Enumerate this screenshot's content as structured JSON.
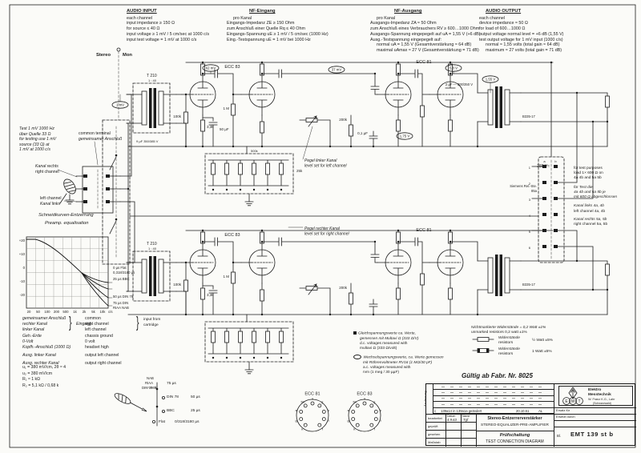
{
  "notes": {
    "audio_input": {
      "title": "AUDIO INPUT",
      "lines": [
        "each channel",
        "input impedance ≥ 150 Ω",
        "for source ≤ 40 Ω",
        "input voltage ≥ 1 mV / 5 cm/sec at 1000 c/s",
        "input test voltage = 1 mV at 1000 c/s"
      ]
    },
    "nf_input": {
      "title": "NF-Eingang",
      "lines": [
        "pro Kanal",
        "Eingangs-Impedanz ZE ≥ 150 Ohm",
        "zum Anschluß einer Quelle Rq ≤ 40 Ohm",
        "Eingangs-Spannung uE ≥ 1 mV / 5 cm/sec (1000 Hz)",
        "Eing.-Testspannung uE = 1 mV bei 1000 Hz"
      ]
    },
    "nf_output": {
      "title": "NF-Ausgang",
      "lines": [
        "pro Kanal",
        "Ausgangs-Impedanz ZA ≈ 50 Ohm",
        "zum Anschluß eines Verbrauchers RV ≥ 600…1000 Ohm",
        "Ausgangs-Spannung eingepegelt auf uA = 1,55 V (+6 dB)",
        "Ausg.-Testspannung eingepegelt auf:",
        "normal uA = 1,55 V (Gesamtverstärkung ≈ 64 dB)",
        "maximal uAmax ≈ 27 V (Gesamtverstärkung = 71 dB)"
      ]
    },
    "audio_output": {
      "title": "AUDIO OUTPUT",
      "lines": [
        "each channel",
        "device impedance ≈ 50 Ω",
        "for load of 600…1000 Ω",
        "output voltage normal level = +6 dB (1,55 V)",
        "test output voltage for 1 mV input (1000 c/s)",
        "normal ≈ 1,55 volts (total gain ≈ 64 dB)",
        "maximum ≈ 27 volts (total gain = 71 dB)"
      ]
    }
  },
  "schematic": {
    "stereo": "Stereo",
    "mon": "Mon",
    "t210": "T 210",
    "t210_ratio": "1 : 40",
    "ecc83": "ECC 83",
    "ecc81": "ECC 81",
    "level_left_de": "Pegel linker Kanal",
    "level_left_en": "level set for left channel",
    "level_right_de": "Pegel rechter Kanal",
    "level_right_en": "level set for right channel",
    "supply": "280 V≈",
    "out_cap": "2 µF — 300/350 V",
    "out_trafo": "B335-17",
    "relay_name": "Siemens Rel.-Ste.",
    "relay_no": "85a",
    "relay_pins": [
      "1",
      "2",
      "3",
      "4",
      "5",
      "6"
    ],
    "relay_col_a": "a",
    "relay_col_b": "b",
    "values": {
      "r33": "3,3k",
      "r100k": "100k",
      "r1m": "1 M",
      "c50": "50 µF",
      "c9": "9 µF 350/385 V",
      "r200k": "200k",
      "c01": "0,1 µF",
      "r25k": "25k",
      "r500k": "500k"
    },
    "bubbles": {
      "b1": "1 mV",
      "b2": "62 mV",
      "b3": "37 mV",
      "b4": "1,75 V",
      "b5": "5,8 V",
      "b6": "1,55 V"
    }
  },
  "input_area": {
    "test_lines": [
      "Test 1 mV 1000 Hz",
      "über Quelle 33 Ω",
      "for testing use 1 mV",
      "source (33 Ω) at",
      "1 mV at 1000 c/s"
    ],
    "common_en": "common terminal",
    "common_de": "gemeinsamer Anschluß",
    "right_de": "Kanal rechts",
    "right_en": "right channel",
    "left_en": "left channel",
    "left_de": "Kanal links"
  },
  "graph": {
    "title_de": "Schneidkurven-Entzerrung",
    "title_en": "Preamp. equalisation",
    "y_ticks": [
      "+20",
      "+10",
      "0",
      "-10",
      "-20"
    ],
    "x_ticks": [
      "20",
      "50",
      "100",
      "200",
      "500",
      "1k",
      "2k",
      "5k",
      "10k"
    ],
    "x_unit": "c/s",
    "curves": {
      "flat_a": "0 µs Flat",
      "flat_b": "0,318/3180 µs",
      "bbc": "25 µs BBC",
      "din": "50 µs DIN 78",
      "riaa_a": "75 µs DIN",
      "riaa_b": "RIAA NAB"
    }
  },
  "terminals": {
    "brace_de": "Eingang",
    "brace_en_1": "input from",
    "brace_en_2": "cartridge",
    "rows": [
      {
        "de": "gemeinsamer Anschluß",
        "en": "common"
      },
      {
        "de": "rechter Kanal",
        "en": "right channel"
      },
      {
        "de": "linker Kanal",
        "en": "left channel"
      },
      {
        "de": "Geh.-Erde",
        "en": "chassis ground"
      },
      {
        "de": "0-Volt",
        "en": "0 volt"
      },
      {
        "de": "Kopfh.-Anschluß (1000 Ω)",
        "en": "headset high"
      },
      {
        "de": "Ausg. linker Kanal",
        "en": "output left channel"
      },
      {
        "de": "Ausg. rechter Kanal",
        "en": "output right channel"
      }
    ]
  },
  "formulas": {
    "lines": [
      "u₁ = 380 mV/cm, 2θ ≈ 4",
      "u₂ = 380 mV/cm",
      "R₁ ≈ 1 kΩ",
      "R₂ = 5,1 kΩ / 0,68 k"
    ]
  },
  "switch_legend": {
    "sel_a": "NAB",
    "sel_b": "RIAA",
    "sel_c": "DIN 3545",
    "sel_val": "75 µs",
    "opt1": "DIN 78",
    "opt1_val": "50 µs",
    "opt2": "BBC",
    "opt2_val": "25 µs",
    "opt3": "Flat",
    "opt3_val": "0/318/3180 µs"
  },
  "sockets": {
    "left": "ECC 81",
    "right": "ECC 83",
    "pins": [
      "k'",
      "g'",
      "a'",
      "fm",
      "a",
      "g",
      "k",
      "f",
      "f"
    ]
  },
  "relay_notes": {
    "en1": "for test purposes",
    "en2": "load 1× 600 Ω on",
    "en3": "4a 4b and 5a 5b",
    "de1": "für Test die",
    "de2": "4a 4b und 5a 5b je",
    "de3": "mit 600 Ω abgeschlossen",
    "links_de": "Kanal links 4a, 4b",
    "links_en": "left channel 4a, 4b",
    "rechts_de": "Kanal rechts 5a, 5b",
    "rechts_en": "right channel 5a, 5b"
  },
  "meas_notes": {
    "dc_de1": "Gleichspannungswerte ca. Werte,",
    "dc_de2": "gemessen mit Multavi Ω (333 Ω/V)",
    "dc_en1": "d.c. voltages measured with",
    "dc_en2": "multavi Ω (333 Ω/volt)",
    "ac_de1": "Wechselspannungswerte, ca. Werte gemessen",
    "ac_de2": "mit Röhrenvoltmeter RV16 (1 MΩ/30 pF)",
    "ac_en1": "a.c. voltages measured with",
    "ac_en2": "rvm (1 meg / 30 µµF)"
  },
  "res_legend": {
    "unmarked_de": "Nichtmarkierte Widerstände = 0,2 Watt ±1%",
    "unmarked_en": "unmarked resistors 0,2 watt ±1%",
    "half_de": "Widerstände",
    "half_en": "resistors",
    "half_val": "½ Watt ±5%",
    "one_de": "Widerstände",
    "one_en": "resistors",
    "one_val": "1 Watt ±5%"
  },
  "title_block": {
    "valid": "Gültig ab Fabr. Nr. 8025",
    "aenderung": "Änderung",
    "rev_mark": "c",
    "rev_text": "139a14 in 139a1a geändert",
    "rev_date": "20.10.61",
    "rev_sig": "AL",
    "row_bearbeitet": "bearbeitet",
    "row_geprueft": "geprüft",
    "row_gesehen": "gesehen",
    "row_massstab": "Maßstab",
    "datum_label": "Datum",
    "datum_val": "4.9.63",
    "name_label": "Name",
    "name_val": "Tgf",
    "title_de": "Stereo-Entzerrerverstärker",
    "title_en": "STEREO-EQUALIZER-PRE-AMPLIFIER",
    "sub_de": "Prüfschaltung",
    "sub_en": "TEST CONNECTION DIAGRAM",
    "logo_e": "E",
    "logo_m": "M",
    "logo_t": "T",
    "company1": "Elektro",
    "company2": "Messtechnik",
    "company3": "W. Franz K.G., Lahr",
    "company4": "(Schwarzwald)",
    "ersatz_fuer": "Ersatz für",
    "ersetzt_durch": "Ersetzt durch",
    "blatt_label": "Bl.",
    "drawing_no": "EMT 139 st b"
  }
}
